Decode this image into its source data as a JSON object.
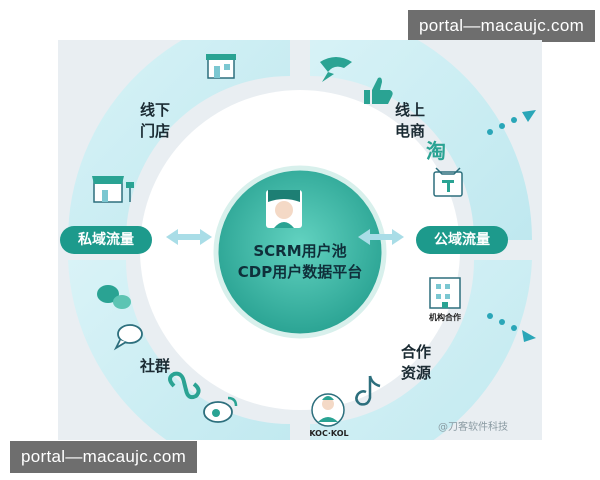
{
  "watermark": {
    "top": "portal—macaujc.com",
    "bottom": "portal—macaujc.com"
  },
  "center": {
    "line1": "SCRM用户池",
    "line2": "CDP用户数据平台"
  },
  "segments": {
    "offline": {
      "line1": "线下",
      "line2": "门店"
    },
    "online": {
      "line1": "线上",
      "line2": "电商"
    },
    "community": {
      "label": "社群"
    },
    "partner": {
      "line1": "合作",
      "line2": "资源"
    }
  },
  "pills": {
    "private": "私域流量",
    "public": "公域流量"
  },
  "icon_labels": {
    "institution": "机构合作",
    "koc": "KOC·KOL"
  },
  "credit": "@刀客软件科技",
  "colors": {
    "teal": "#1d9a8c",
    "center_fill": "#3fbfab",
    "arc": "#cdeef4",
    "dots": "#2aa6b8"
  }
}
